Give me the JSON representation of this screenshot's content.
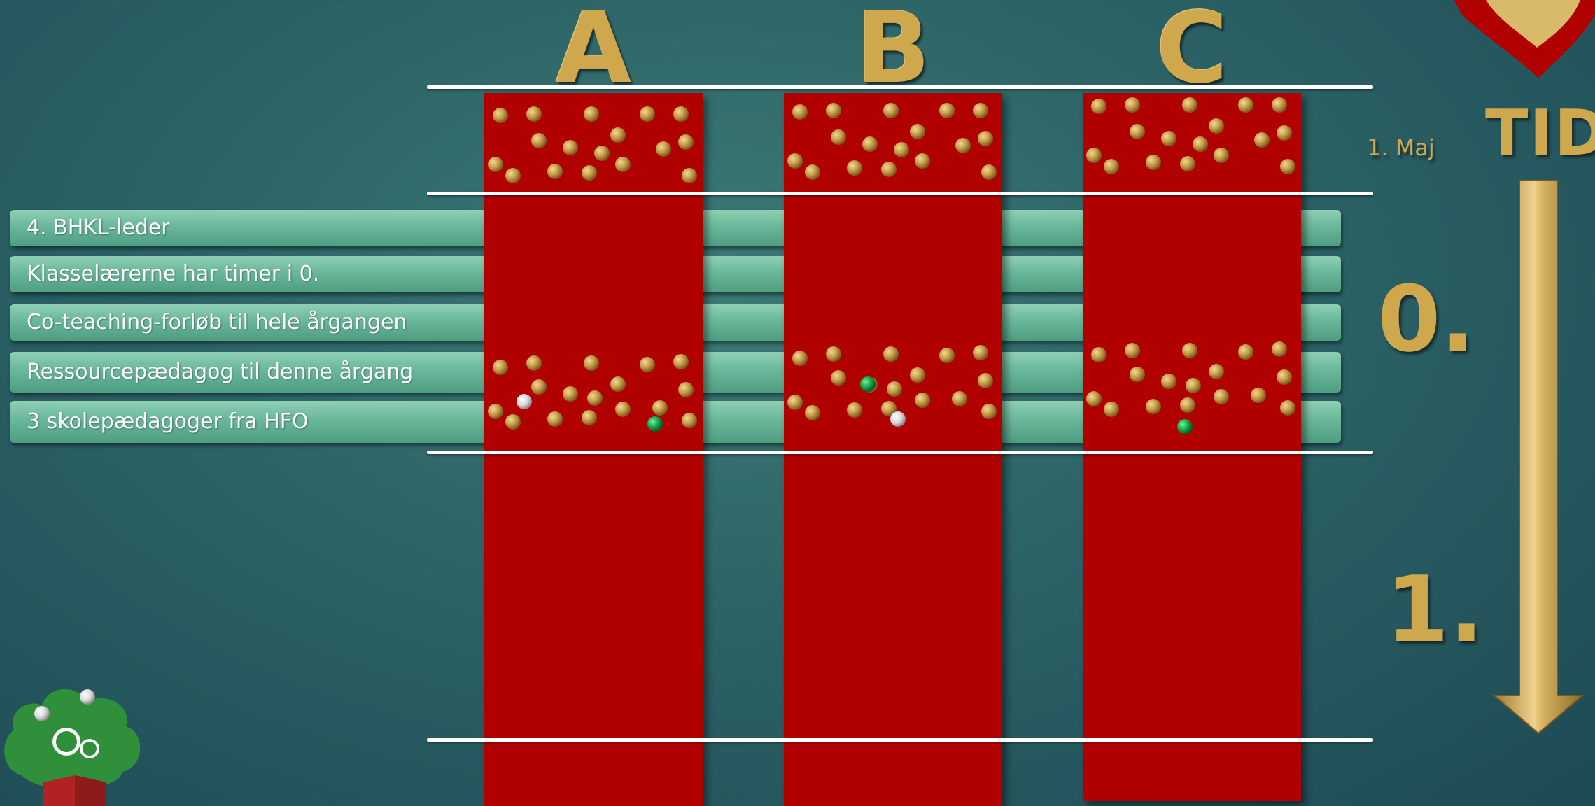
{
  "columns": [
    {
      "letter": "A"
    },
    {
      "letter": "B"
    },
    {
      "letter": "C"
    }
  ],
  "rows": [
    {
      "label": "4. BHKL-leder"
    },
    {
      "label": "Klasselærerne har timer i 0."
    },
    {
      "label": "Co-teaching-forløb til hele årgangen"
    },
    {
      "label": "Ressourcepædagog til denne årgang"
    },
    {
      "label": "3 skolepædagoger fra HFO"
    }
  ],
  "timeline": {
    "title": "TID",
    "start_label": "1. Maj",
    "grade_0": "0.",
    "grade_1": "1."
  },
  "colors": {
    "column_red": "#b00000",
    "gold": "#cfa84e",
    "bar_green": "#6ab79a",
    "background": "#2c6366",
    "dot_green": "#14a84a",
    "dot_white": "#e8e8e8"
  },
  "icons": {
    "logo": "tree-book-logo",
    "arrow": "down-arrow-icon",
    "heart": "heart-icon"
  }
}
